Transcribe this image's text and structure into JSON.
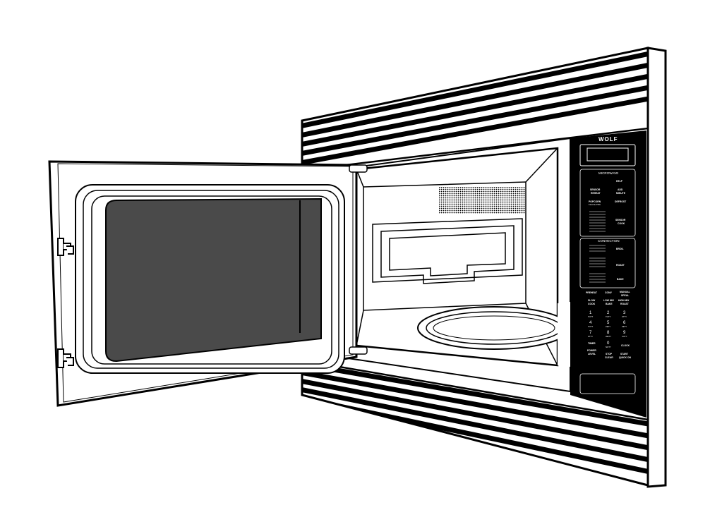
{
  "brand": "WOLF",
  "sections": {
    "microwave": "MICROWAVE",
    "convection": "CONVECTION"
  },
  "microwave_buttons": {
    "help": "HELP",
    "sensor_reheat": [
      "SENSOR",
      "REHEAT"
    ],
    "add_minute": [
      "ADD",
      "MINUTE"
    ],
    "popcorn": [
      "POPCORN",
      "Favorite PRG"
    ],
    "defrost": "DEFROST",
    "sensor_cook": [
      "SENSOR",
      "COOK"
    ]
  },
  "convection_buttons": {
    "broil": "BROIL",
    "roast": "ROAST",
    "bake": "BAKE"
  },
  "function_buttons": {
    "preheat": "PREHEAT",
    "conv": "CONV",
    "manual_speal": [
      "MANUAL",
      "SPEAL"
    ],
    "slow_cook": [
      "SLOW",
      "COOK"
    ],
    "low_mix_bake": [
      "LOW MIX",
      "BAKE"
    ],
    "high_mix_roast": [
      "HIGH MIX",
      "ROAST"
    ],
    "timer": "TIMER",
    "clock": "CLOCK",
    "power_level": [
      "POWER",
      "LEVEL"
    ],
    "stop_clear": [
      "STOP",
      "CLEAR"
    ],
    "start_quick_on": [
      "START",
      "QUICK ON"
    ]
  },
  "keypad": [
    {
      "d": "1",
      "s": "TOTT"
    },
    {
      "d": "2",
      "s": "TOTT"
    },
    {
      "d": "3",
      "s": "ZTTY"
    },
    {
      "d": "4",
      "s": "TOTT"
    },
    {
      "d": "5",
      "s": "ZETY"
    },
    {
      "d": "6",
      "s": "ZETY"
    },
    {
      "d": "7",
      "s": "ZTTY"
    },
    {
      "d": "8",
      "s": "WETY"
    },
    {
      "d": "9",
      "s": "XUTY"
    },
    {
      "d": "0",
      "s": "NOTY"
    }
  ]
}
